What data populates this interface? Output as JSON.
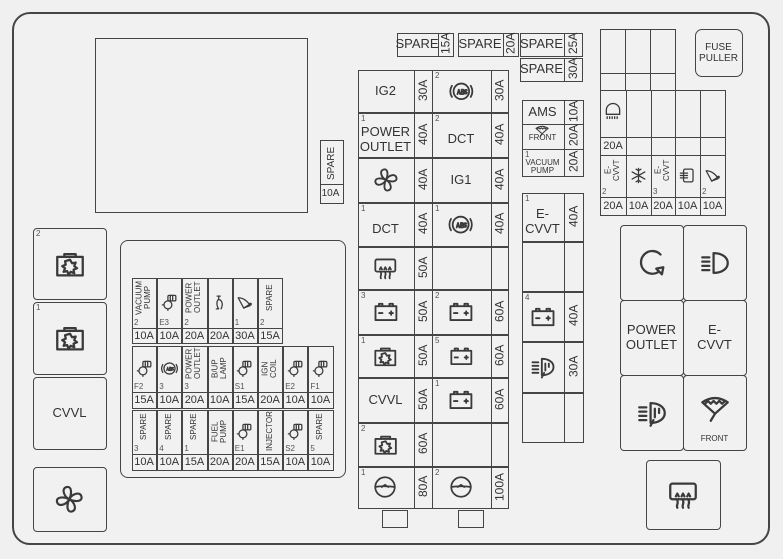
{
  "fuse_puller": "FUSE\nPULLER",
  "small_spare": {
    "label": "SPARE",
    "amp": "10A"
  },
  "left_relays": [
    {
      "num": "2",
      "icon": "engine-relay-icon"
    },
    {
      "num": "1",
      "icon": "engine-relay-icon"
    },
    {
      "label": "CVVL"
    },
    {
      "icon": "fan-icon"
    }
  ],
  "top_spares": [
    {
      "label": "SPARE",
      "amp": "15A"
    },
    {
      "label": "SPARE",
      "amp": "20A"
    },
    {
      "label": "SPARE",
      "amp": "25A"
    },
    {
      "label": "SPARE",
      "amp": "30A"
    }
  ],
  "mini_fuses": {
    "rows": [
      [
        {
          "num": "2",
          "label": "VACUUM\nPUMP",
          "amp": "10A"
        },
        {
          "num": "E3",
          "icon": "engine-sensor-icon",
          "amp": "10A"
        },
        {
          "num": "2",
          "label": "POWER\nOUTLET",
          "amp": "20A"
        },
        {
          "icon": "horn-icon",
          "amp": "20A"
        },
        {
          "num": "1",
          "icon": "wiper-icon",
          "amp": "30A"
        },
        {
          "num": "2",
          "label": "SPARE",
          "amp": "15A"
        }
      ],
      [
        {
          "num": "F2",
          "icon": "engine-sensor-icon",
          "amp": "15A"
        },
        {
          "num": "3",
          "icon": "abs-icon",
          "amp": "10A"
        },
        {
          "num": "3",
          "label": "POWER\nOUTLET",
          "amp": "20A"
        },
        {
          "label": "B/UP\nLAMP",
          "amp": "10A"
        },
        {
          "num": "S1",
          "icon": "engine-sensor-icon",
          "amp": "15A"
        },
        {
          "label": "IGN\nCOIL",
          "amp": "20A"
        },
        {
          "num": "E2",
          "icon": "engine-sensor-icon",
          "amp": "10A"
        },
        {
          "num": "F1",
          "icon": "engine-sensor-icon",
          "amp": "10A"
        }
      ],
      [
        {
          "num": "3",
          "label": "SPARE",
          "amp": "10A"
        },
        {
          "num": "4",
          "label": "SPARE",
          "amp": "10A"
        },
        {
          "num": "1",
          "label": "SPARE",
          "amp": "15A"
        },
        {
          "label": "FUEL\nPUMP",
          "amp": "20A"
        },
        {
          "num": "E1",
          "icon": "engine-sensor-icon",
          "amp": "20A"
        },
        {
          "label": "INJECTOR",
          "amp": "15A"
        },
        {
          "num": "S2",
          "icon": "engine-sensor-icon",
          "amp": "10A"
        },
        {
          "num": "5",
          "label": "SPARE",
          "amp": "10A"
        }
      ]
    ]
  },
  "center_block": {
    "left": [
      {
        "label": "IG2",
        "amp": "30A"
      },
      {
        "num": "1",
        "label": "POWER\nOUTLET",
        "amp": "40A"
      },
      {
        "icon": "fan-icon",
        "amp": "40A"
      },
      {
        "num": "1",
        "label": "DCT",
        "amp": "40A"
      },
      {
        "icon": "defrost-icon",
        "amp": "50A"
      },
      {
        "num": "3",
        "icon": "battery-icon",
        "amp": "50A"
      },
      {
        "num": "1",
        "icon": "engine-relay-icon",
        "amp": "50A"
      },
      {
        "label": "CVVL",
        "amp": "50A"
      },
      {
        "num": "2",
        "icon": "engine-relay-icon",
        "amp": "60A"
      },
      {
        "num": "1",
        "icon": "steering-wheel-icon",
        "amp": "80A"
      }
    ],
    "right": [
      {
        "num": "2",
        "icon": "abs-icon",
        "amp": "30A"
      },
      {
        "num": "2",
        "label": "DCT",
        "amp": "40A"
      },
      {
        "label": "IG1",
        "amp": "40A"
      },
      {
        "num": "1",
        "icon": "abs-icon",
        "amp": "40A"
      },
      {
        "empty": true
      },
      {
        "num": "2",
        "icon": "battery-icon",
        "amp": "60A"
      },
      {
        "num": "5",
        "icon": "battery-icon",
        "amp": "60A"
      },
      {
        "num": "1",
        "icon": "battery-icon",
        "amp": "60A"
      },
      {
        "empty": true
      },
      {
        "num": "2",
        "icon": "steering-wheel-icon",
        "amp": "100A"
      }
    ]
  },
  "mid_block_a": [
    {
      "label": "AMS",
      "amp": "10A"
    },
    {
      "icon": "front-washer-icon",
      "sub": "FRONT",
      "amp": "20A"
    },
    {
      "num": "1",
      "label": "VACUUM\nPUMP",
      "amp": "20A"
    }
  ],
  "mid_block_b": [
    {
      "num": "1",
      "label": "E-\nCVVT",
      "amp": "40A"
    },
    {
      "empty": true
    },
    {
      "num": "4",
      "icon": "battery-icon",
      "amp": "40A"
    },
    {
      "icon": "headlamp-washer-icon",
      "amp": "30A"
    },
    {
      "empty": true
    }
  ],
  "top_right": {
    "lamp": {
      "icon": "tail-lamp-icon",
      "amp": "20A"
    },
    "row2": [
      {
        "num": "2",
        "label": "E-\nCVVT",
        "amp": "20A"
      },
      {
        "icon": "snowflake-icon",
        "amp": "10A"
      },
      {
        "num": "3",
        "label": "E-\nCVVT",
        "amp": "20A"
      },
      {
        "icon": "mirror-heater-icon",
        "amp": "10A"
      },
      {
        "num": "2",
        "icon": "wiper-icon",
        "amp": "10A"
      }
    ]
  },
  "right_relays": [
    {
      "icon": "rotate-arrow-icon"
    },
    {
      "icon": "headlamp-icon"
    },
    {
      "label": "POWER\nOUTLET"
    },
    {
      "label": "E-\nCVVT"
    },
    {
      "icon": "headlamp-washer-icon"
    },
    {
      "icon": "front-washer-icon",
      "sub": "FRONT"
    }
  ],
  "defrost_relay": {
    "icon": "defrost-icon"
  }
}
